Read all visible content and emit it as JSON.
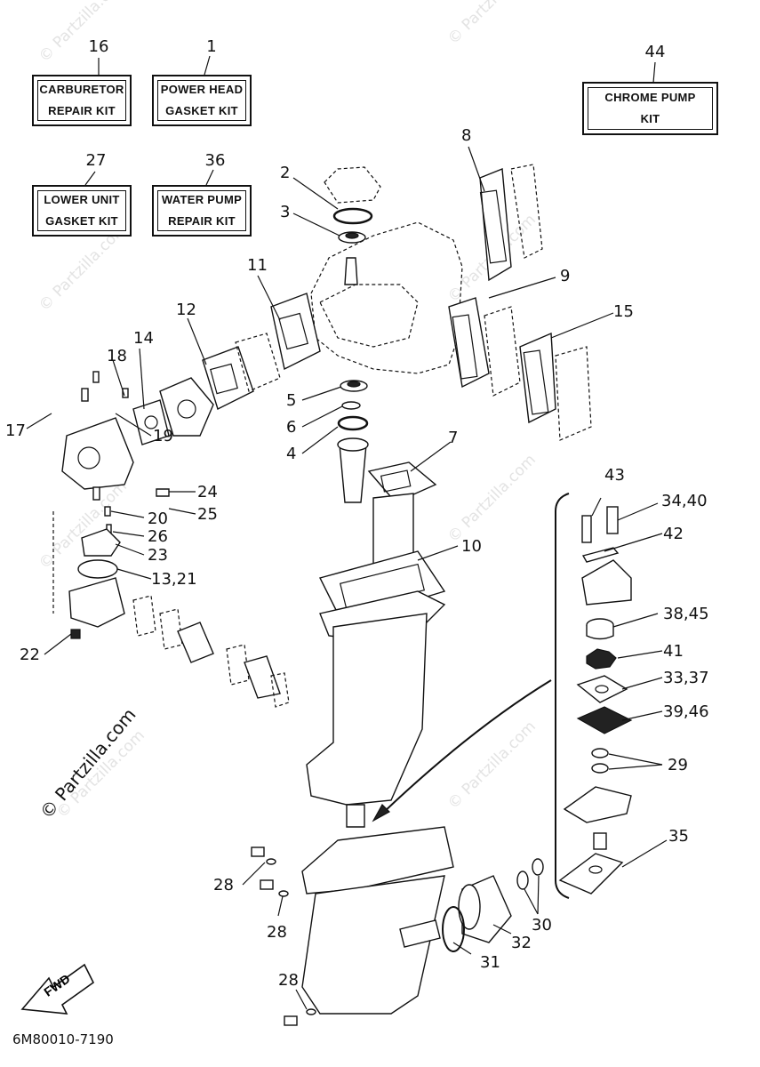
{
  "kits": [
    {
      "number": "16",
      "line1": "CARBURETOR",
      "line2": "REPAIR KIT"
    },
    {
      "number": "1",
      "line1": "POWER HEAD",
      "line2": "GASKET KIT"
    },
    {
      "number": "27",
      "line1": "LOWER UNIT",
      "line2": "GASKET KIT"
    },
    {
      "number": "36",
      "line1": "WATER PUMP",
      "line2": "REPAIR KIT"
    },
    {
      "number": "44",
      "line1": "CHROME PUMP",
      "line2": "KIT"
    }
  ],
  "callouts": [
    "2",
    "3",
    "8",
    "11",
    "9",
    "12",
    "14",
    "15",
    "18",
    "17",
    "19",
    "5",
    "6",
    "4",
    "7",
    "24",
    "25",
    "20",
    "26",
    "23",
    "13,21",
    "22",
    "43",
    "34,40",
    "42",
    "10",
    "38,45",
    "41",
    "33,37",
    "39,46",
    "29",
    "35",
    "28",
    "28",
    "30",
    "32",
    "31",
    "28"
  ],
  "fwd_label": "FWD",
  "drawing_code": "6M80010-7190",
  "watermark_text": "© Partzilla.com"
}
